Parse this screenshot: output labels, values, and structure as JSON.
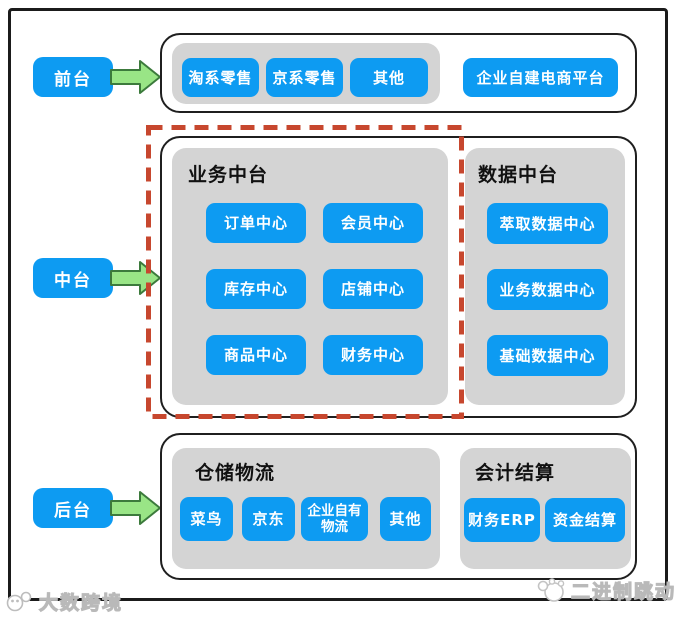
{
  "stages": {
    "front": {
      "label": "前台"
    },
    "middle": {
      "label": "中台"
    },
    "back": {
      "label": "后台"
    }
  },
  "front_section": {
    "channels": [
      "淘系零售",
      "京系零售",
      "其他"
    ],
    "standalone": "企业自建电商平台"
  },
  "middle_section": {
    "business": {
      "title": "业务中台",
      "centers": [
        "订单中心",
        "会员中心",
        "库存中心",
        "店铺中心",
        "商品中心",
        "财务中心"
      ]
    },
    "data": {
      "title": "数据中台",
      "centers": [
        "萃取数据中心",
        "业务数据中心",
        "基础数据中心"
      ]
    }
  },
  "back_section": {
    "logistics": {
      "title": "仓储物流",
      "providers": [
        "菜鸟",
        "京东",
        "企业自有物流",
        "其他"
      ]
    },
    "accounting": {
      "title": "会计结算",
      "systems": [
        "财务ERP",
        "资金结算"
      ]
    }
  },
  "watermarks": {
    "left": "大数跨境",
    "right": "二进制跳动"
  },
  "colors": {
    "accent_blue": "#0d9bf2",
    "arrow_green_fill": "#99e586",
    "arrow_green_stroke": "#3c7a3c",
    "dashed_red": "#c7472e",
    "panel_gray": "#d4d4d4",
    "border_black": "#1f1f1f"
  }
}
